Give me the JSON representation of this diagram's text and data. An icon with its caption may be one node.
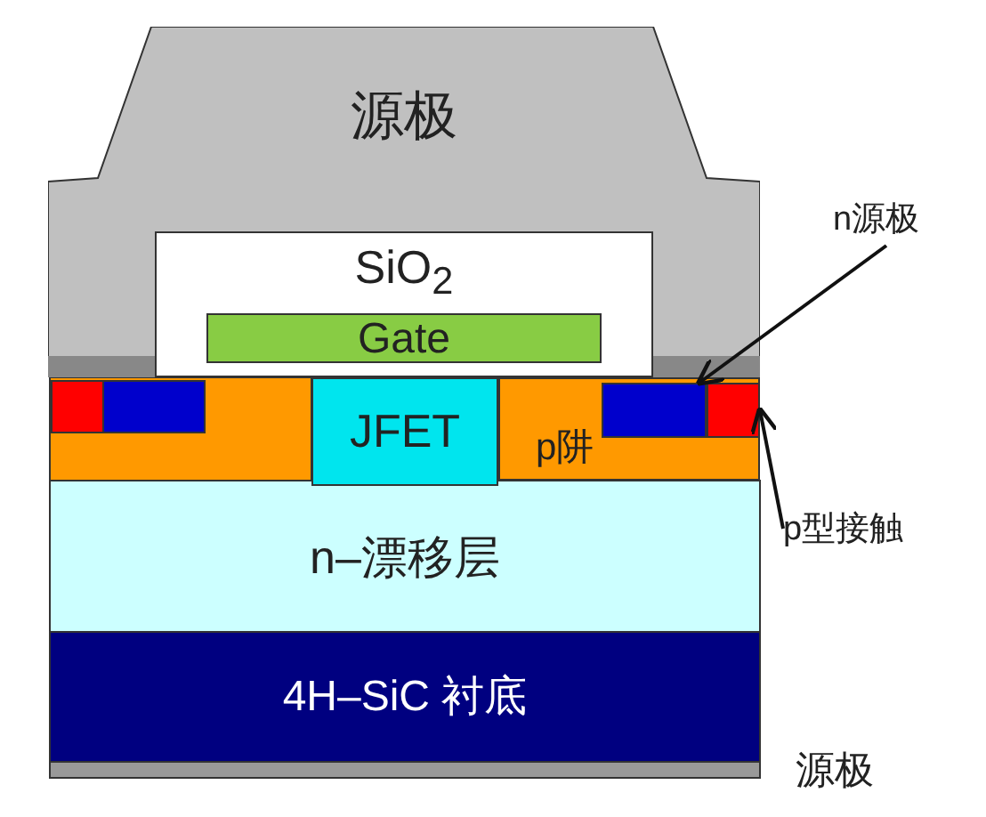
{
  "diagram": {
    "nodes": [
      {
        "text": [
          "源极"
        ]
      },
      {
        "text": [
          "SiO$_{2}$"
        ],
        "in": 0
      },
      {
        "text": [
          "Gate"
        ],
        "in": 1
      },
      {
        "text": [
          "n源极"
        ]
      },
      {
        "text": [
          "JFET"
        ]
      },
      {
        "text": [
          "p阱"
        ]
      },
      {
        "text": [],
        "shape": "box",
        "in": 5
      },
      {
        "text": [],
        "shape": "box",
        "in": 5
      },
      {
        "text": [
          "p型接触"
        ]
      },
      {
        "text": [
          "n–漂移层"
        ]
      },
      {
        "text": [
          "4H–SiC 衬底"
        ]
      }
    ],
    "edges": [
      {
        "from": 3,
        "to": 6,
        "arrow": "to"
      },
      {
        "from": 8,
        "to": 7,
        "arrow": "to"
      }
    ],
    "labels": [
      "源极"
    ]
  }
}
